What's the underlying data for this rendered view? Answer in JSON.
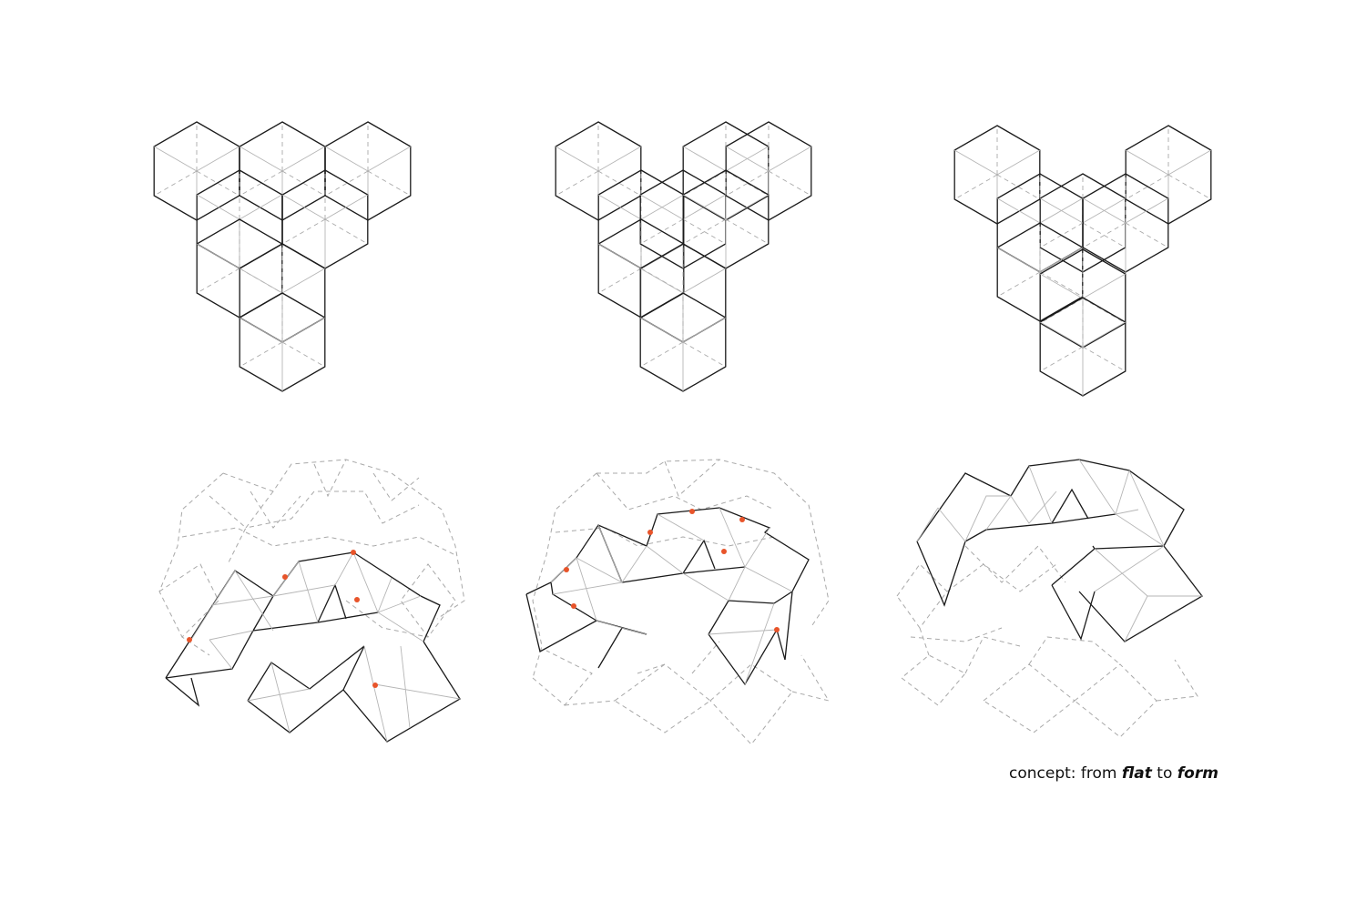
{
  "caption": {
    "prefix": "concept: from ",
    "word1": "flat",
    "middle": " to ",
    "word2": "form"
  },
  "colors": {
    "edge": "#1a1a1a",
    "fold": "#b5b5b5",
    "ghost": "#a8a8a8",
    "hinge": "#e8542a",
    "background": "#ffffff"
  }
}
